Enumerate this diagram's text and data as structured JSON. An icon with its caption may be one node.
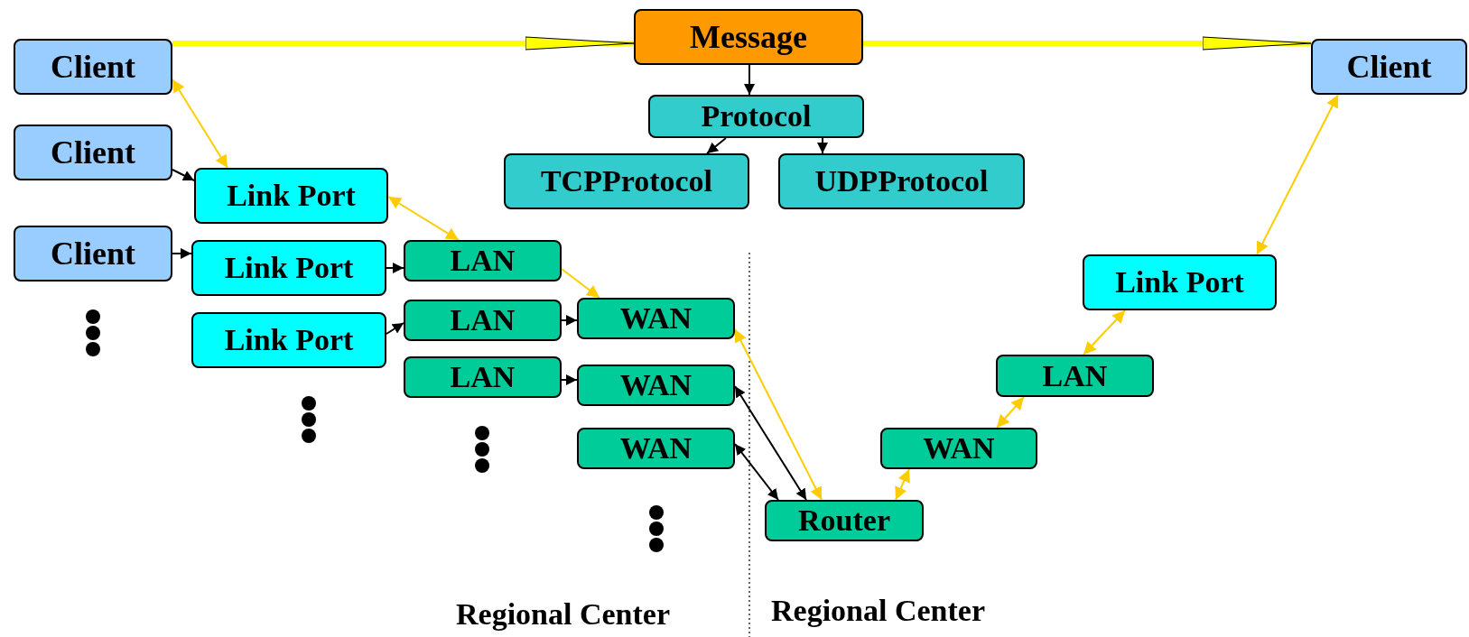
{
  "diagram": {
    "nodes": [
      {
        "text": [
          "Client"
        ]
      },
      {
        "text": [
          "Client"
        ]
      },
      {
        "text": [
          "Client"
        ]
      },
      {
        "text": [
          "Message"
        ]
      },
      {
        "text": [
          "Client"
        ]
      },
      {
        "text": [
          "Protocol"
        ]
      },
      {
        "text": [
          "TCPProtocol"
        ]
      },
      {
        "text": [
          "UDPProtocol"
        ]
      },
      {
        "text": [
          "Link Port"
        ]
      },
      {
        "text": [
          "Link Port"
        ]
      },
      {
        "text": [
          "Link Port"
        ]
      },
      {
        "text": [
          "LAN"
        ]
      },
      {
        "text": [
          "LAN"
        ]
      },
      {
        "text": [
          "LAN"
        ]
      },
      {
        "text": [
          "WAN"
        ]
      },
      {
        "text": [
          "WAN"
        ]
      },
      {
        "text": [
          "WAN"
        ]
      },
      {
        "text": [
          "Router"
        ]
      },
      {
        "text": [
          "WAN"
        ]
      },
      {
        "text": [
          "LAN"
        ]
      },
      {
        "text": [
          "Link Port"
        ]
      }
    ],
    "edges": [
      {
        "from": 0,
        "to": 3,
        "arrow": "to",
        "style": "thick",
        "color": "#ffff00"
      },
      {
        "from": 3,
        "to": 4,
        "arrow": "to",
        "style": "thick",
        "color": "#ffff00"
      },
      {
        "from": 3,
        "to": 5,
        "arrow": "to"
      },
      {
        "from": 5,
        "to": 6,
        "arrow": "to"
      },
      {
        "from": 5,
        "to": 7,
        "arrow": "to"
      },
      {
        "from": 0,
        "to": 8,
        "arrow": "both",
        "color": "#ffcc00"
      },
      {
        "from": 1,
        "to": 8,
        "arrow": "to"
      },
      {
        "from": 2,
        "to": 9,
        "arrow": "to"
      },
      {
        "from": 8,
        "to": 11,
        "arrow": "both",
        "color": "#ffcc00"
      },
      {
        "from": 9,
        "to": 11,
        "arrow": "to"
      },
      {
        "from": 10,
        "to": 12,
        "arrow": "to"
      },
      {
        "from": 11,
        "to": 14,
        "arrow": "to",
        "color": "#ffcc00"
      },
      {
        "from": 12,
        "to": 14,
        "arrow": "to"
      },
      {
        "from": 13,
        "to": 15,
        "arrow": "to"
      },
      {
        "from": 14,
        "to": 17,
        "arrow": "both",
        "color": "#ffcc00"
      },
      {
        "from": 15,
        "to": 17,
        "arrow": "both"
      },
      {
        "from": 16,
        "to": 17,
        "arrow": "both"
      },
      {
        "from": 17,
        "to": 18,
        "arrow": "both",
        "color": "#ffcc00"
      },
      {
        "from": 18,
        "to": 19,
        "arrow": "both",
        "color": "#ffcc00"
      },
      {
        "from": 19,
        "to": 20,
        "arrow": "both",
        "color": "#ffcc00"
      },
      {
        "from": 20,
        "to": 4,
        "arrow": "both",
        "color": "#ffcc00"
      }
    ],
    "labels": [
      "Regional Center",
      "Regional Center"
    ]
  }
}
